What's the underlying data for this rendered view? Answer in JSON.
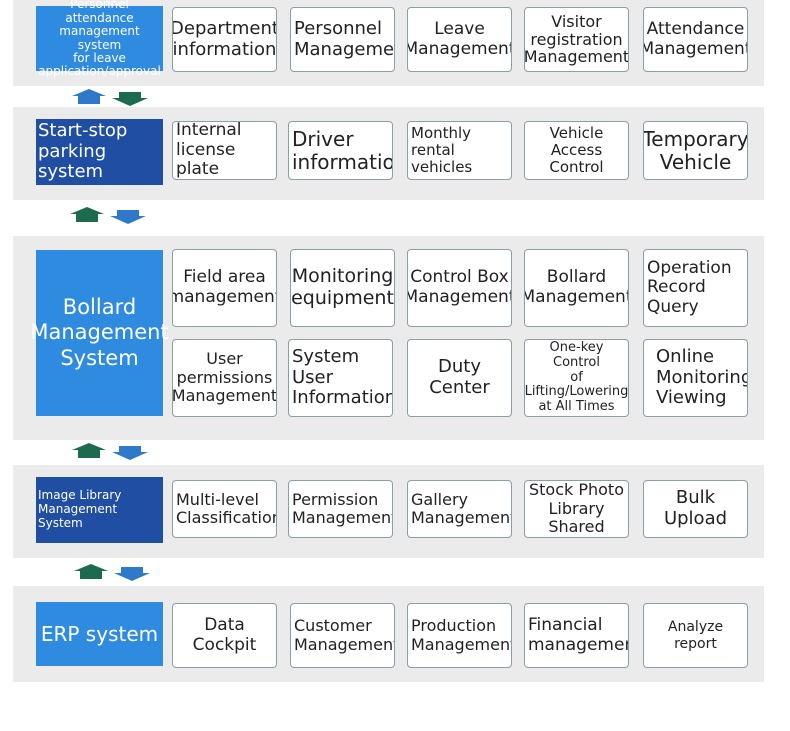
{
  "colors": {
    "panel_bg": "#ebebeb",
    "system_blue": "#2f8be0",
    "system_navy": "#1f4ea2",
    "arrow_blue": "#2e79c9",
    "arrow_green": "#1c6b4e",
    "box_border": "#8a9ea8"
  },
  "layers": [
    {
      "system": "Personnel attendance\nmanagement system\nfor leave\napplication/approval",
      "modules": [
        "Department\ninformation",
        "Personnel\nManagement",
        "Leave\nManagement",
        "Visitor\nregistration\nManagement",
        "Attendance\nManagement"
      ]
    },
    {
      "system": "Start-stop\nparking system",
      "modules": [
        "Internal\nlicense plate",
        "Driver\ninformation",
        "Monthly rental\nvehicles",
        "Vehicle Access\nControl",
        "Temporary\nVehicle"
      ]
    },
    {
      "system": "Bollard\nManagement\nSystem",
      "modules": [
        "Field area\nmanagement",
        "Monitoring\nequipment",
        "Control Box\nManagement",
        "Bollard\nManagement",
        "Operation\nRecord Query",
        "User\npermissions\nManagement",
        "System User\nInformation",
        "Duty Center",
        "One-key Control\nof\nLifting/Lowering\nat All Times",
        "Online\nMonitoring\nViewing"
      ]
    },
    {
      "system": "Image Library\nManagement System",
      "modules": [
        "Multi-level\nClassification",
        "Permission\nManagement",
        "Gallery\nManagement",
        "Stock Photo\nLibrary Shared",
        "Bulk Upload"
      ]
    },
    {
      "system": "ERP system",
      "modules": [
        "Data Cockpit",
        "Customer\nManagement",
        "Production\nManagement",
        "Financial\nmanagement",
        "Analyze report"
      ]
    }
  ]
}
